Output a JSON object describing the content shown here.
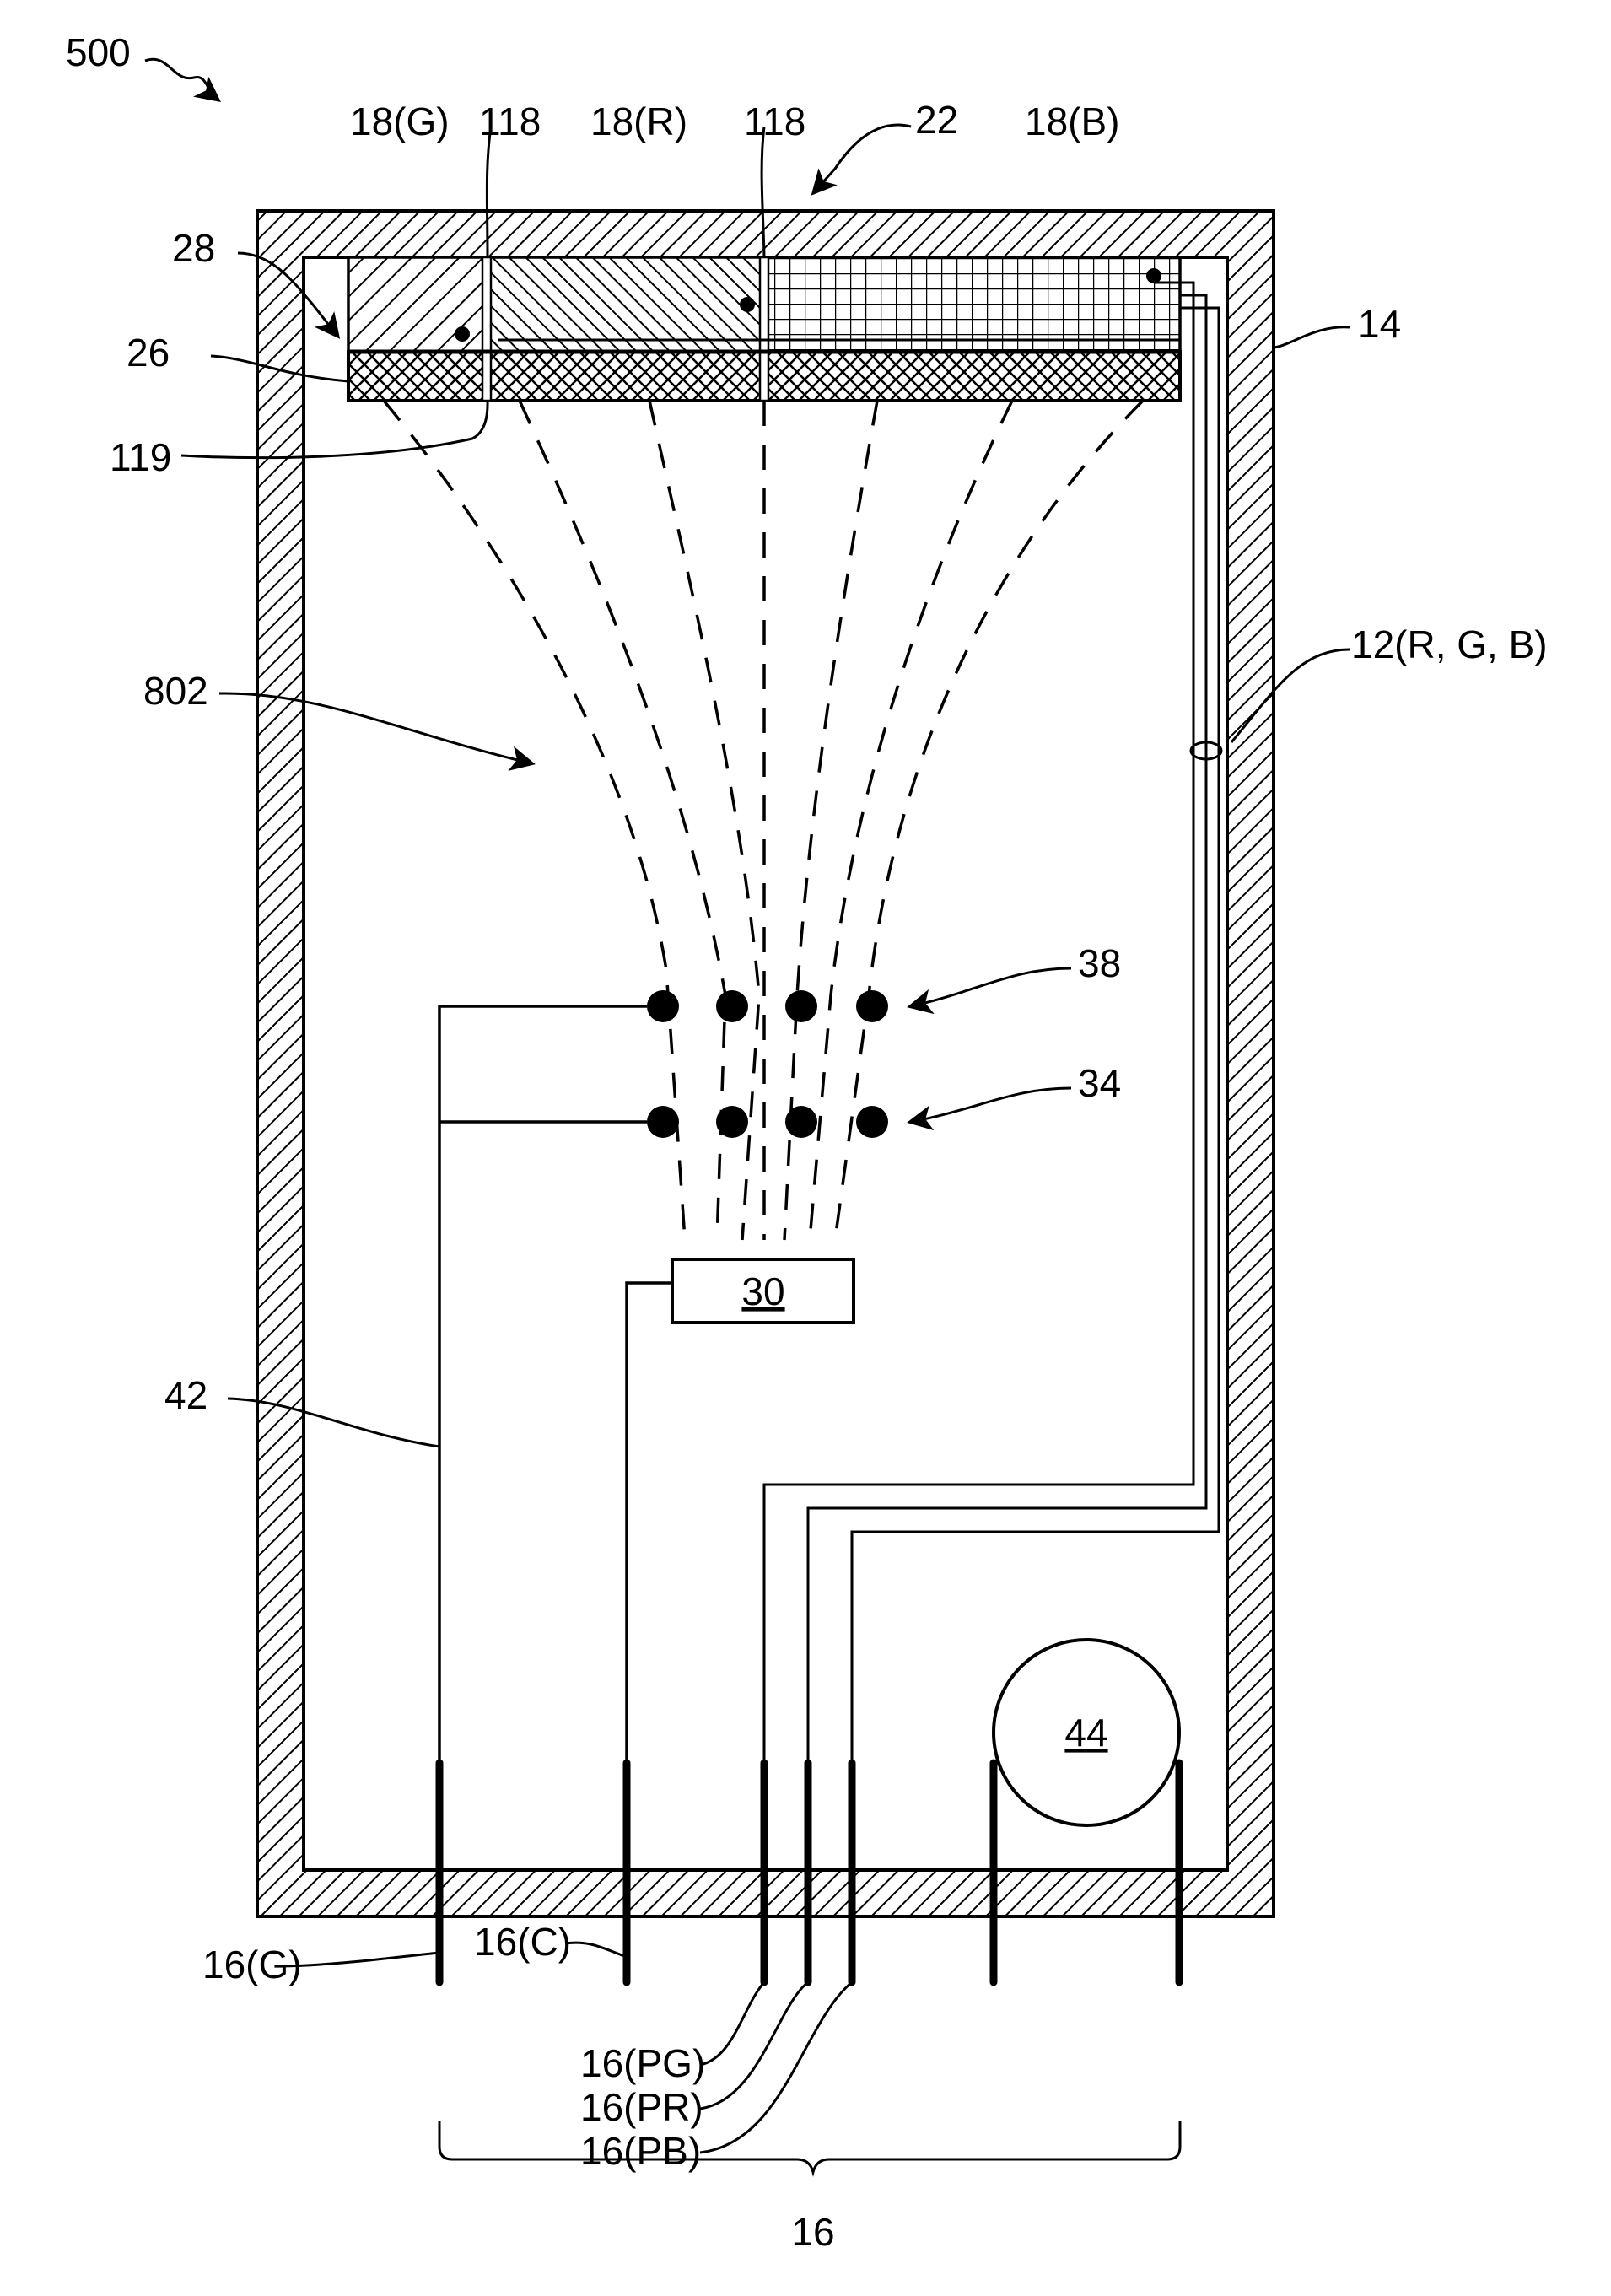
{
  "figure": {
    "ref_500": "500",
    "labels": {
      "l_18G": "18(G)",
      "l_118a": "118",
      "l_18R": "18(R)",
      "l_118b": "118",
      "l_22": "22",
      "l_18B": "18(B)",
      "l_28": "28",
      "l_26": "26",
      "l_14": "14",
      "l_119": "119",
      "l_12": "12(R, G, B)",
      "l_802": "802",
      "l_38": "38",
      "l_34": "34",
      "l_30": "30",
      "l_42": "42",
      "l_44": "44",
      "l_16G": "16(G)",
      "l_16C": "16(C)",
      "l_16PG": "16(PG)",
      "l_16PR": "16(PR)",
      "l_16PB": "16(PB)",
      "l_16": "16"
    }
  }
}
